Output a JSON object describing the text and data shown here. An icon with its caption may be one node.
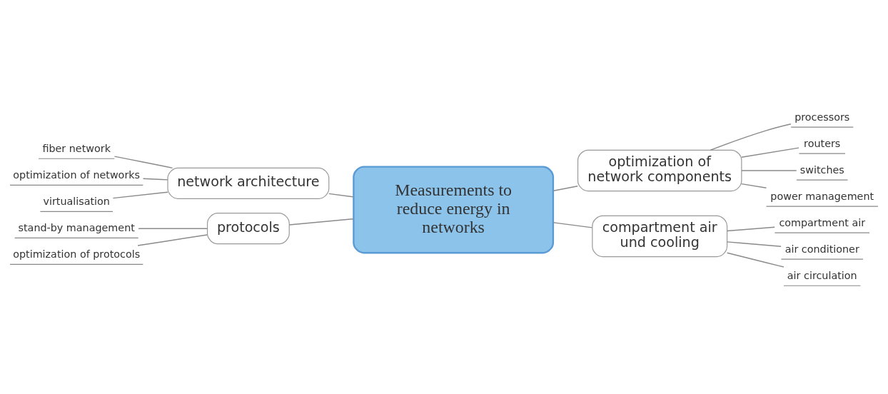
{
  "diagram": {
    "nodes": [
      {
        "text": [
          "Measurements to reduce energy in networks"
        ]
      },
      {
        "text": [
          "network architecture"
        ]
      },
      {
        "text": [
          "fiber network"
        ]
      },
      {
        "text": [
          "optimization of networks"
        ]
      },
      {
        "text": [
          "virtualisation"
        ]
      },
      {
        "text": [
          "optimization of network components"
        ]
      },
      {
        "text": [
          "processors"
        ]
      },
      {
        "text": [
          "routers"
        ]
      },
      {
        "text": [
          "switches"
        ]
      },
      {
        "text": [
          "power management"
        ]
      },
      {
        "text": [
          "protocols"
        ]
      },
      {
        "text": [
          "stand-by management"
        ]
      },
      {
        "text": [
          "optimization of protocols"
        ]
      },
      {
        "text": [
          "compartment air und cooling"
        ]
      },
      {
        "text": [
          "compartment air"
        ]
      },
      {
        "text": [
          "air conditioner"
        ]
      },
      {
        "text": [
          "air circulation"
        ]
      }
    ],
    "edges": [
      {
        "from": 1,
        "to": 0,
        "arrow": "none"
      },
      {
        "from": 0,
        "to": 5,
        "arrow": "none"
      },
      {
        "from": 10,
        "to": 0,
        "arrow": "none"
      },
      {
        "from": 0,
        "to": 13,
        "arrow": "none"
      },
      {
        "from": 2,
        "to": 1,
        "arrow": "none"
      },
      {
        "from": 3,
        "to": 1,
        "arrow": "none"
      },
      {
        "from": 4,
        "to": 1,
        "arrow": "none"
      },
      {
        "from": 5,
        "to": 6,
        "arrow": "none"
      },
      {
        "from": 5,
        "to": 7,
        "arrow": "none"
      },
      {
        "from": 5,
        "to": 8,
        "arrow": "none"
      },
      {
        "from": 5,
        "to": 9,
        "arrow": "none"
      },
      {
        "from": 11,
        "to": 10,
        "arrow": "none"
      },
      {
        "from": 12,
        "to": 10,
        "arrow": "none"
      },
      {
        "from": 13,
        "to": 14,
        "arrow": "none"
      },
      {
        "from": 13,
        "to": 15,
        "arrow": "none"
      },
      {
        "from": 13,
        "to": 16,
        "arrow": "none"
      }
    ]
  }
}
